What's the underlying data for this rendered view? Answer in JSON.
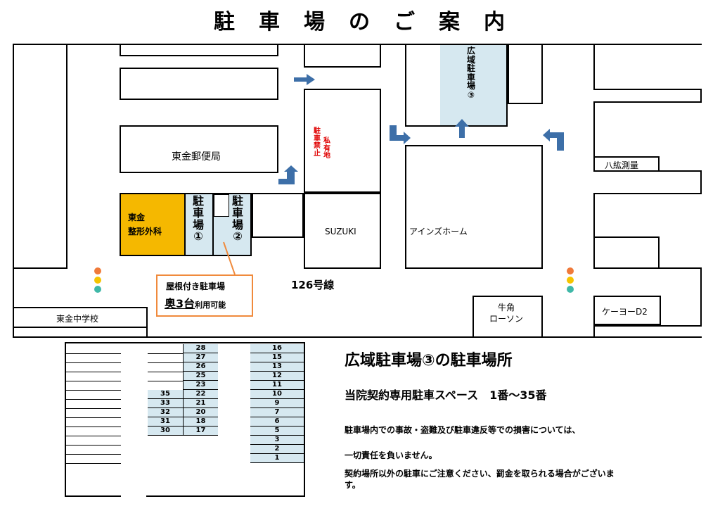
{
  "title": "駐　車　場　の　ご　案　内",
  "labels": {
    "post_office": "東金郵便局",
    "clinic_line1": "東金",
    "clinic_line2": "整形外科",
    "parking1": [
      "駐",
      "車",
      "場",
      "①"
    ],
    "parking2": [
      "駐",
      "車",
      "場",
      "②"
    ],
    "parking3": [
      "広",
      "域",
      "駐",
      "車",
      "場",
      "③"
    ],
    "no_parking": [
      "駐",
      "車",
      "禁",
      "止"
    ],
    "private_land": [
      "私",
      "有",
      "地"
    ],
    "suzuki": "SUZUKI",
    "ains_home": "アインズホーム",
    "hakko": "八紘測量",
    "route": "126号線",
    "junior_high": "東金中学校",
    "gyukaku_line1": "牛角",
    "gyukaku_line2": "ローソン",
    "k2": "ケーヨーD2"
  },
  "callout": {
    "line1": "屋根付き駐車場",
    "big": "奥3台",
    "small": "利用可能"
  },
  "lot": {
    "left_column": [
      "35",
      "33",
      "32",
      "31",
      "30"
    ],
    "middle_column": [
      "28",
      "27",
      "26",
      "25",
      "23",
      "22",
      "21",
      "20",
      "18",
      "17"
    ],
    "right_column": [
      "16",
      "15",
      "13",
      "12",
      "11",
      "10",
      "9",
      "7",
      "6",
      "5",
      "3",
      "2",
      "1"
    ]
  },
  "info": {
    "heading": "広域駐車場③の駐車場所",
    "subheading": "当院契約専用駐車スペース　1番～35番",
    "note1": "駐車場内での事故・盗難及び駐車違反等での損害については、",
    "note2": "一切責任を負いません。",
    "note3": "契約場所以外の駐車にご注意ください、罰金を取られる場合がございま",
    "note4": "す。"
  },
  "colors": {
    "clinic": "#f5b800",
    "parking_blue": "#d6e8f0",
    "arrow_blue": "#3d6fa8",
    "callout_border": "#f08a3c",
    "no_parking_red": "#e00000"
  },
  "icons": [
    "traffic-light-icon",
    "arrow-right-icon",
    "arrow-up-icon",
    "arrow-turn-icon"
  ]
}
